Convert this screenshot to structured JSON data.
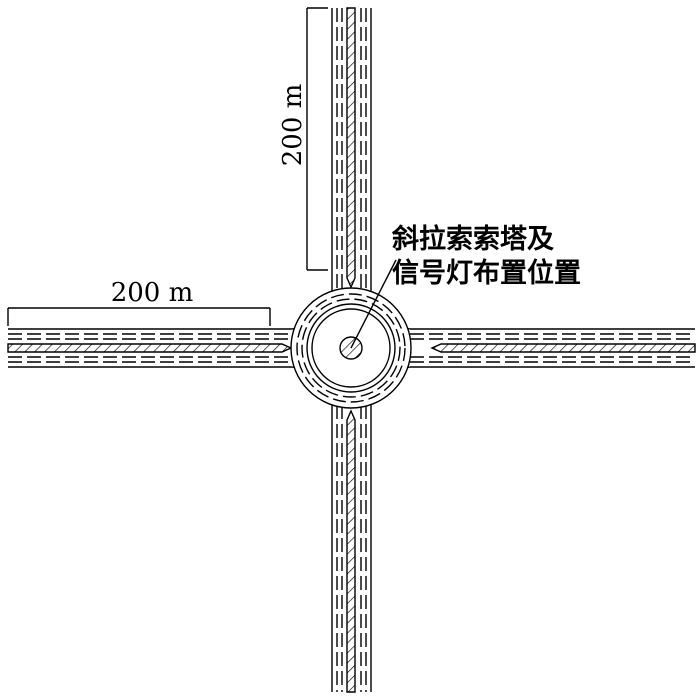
{
  "dimensions": {
    "horizontal_label": "200 m",
    "vertical_label": "200 m"
  },
  "annotation": {
    "line1": "斜拉索索塔及",
    "line2": "信号灯布置位置"
  },
  "colors": {
    "line": "#000000",
    "background": "#ffffff"
  }
}
